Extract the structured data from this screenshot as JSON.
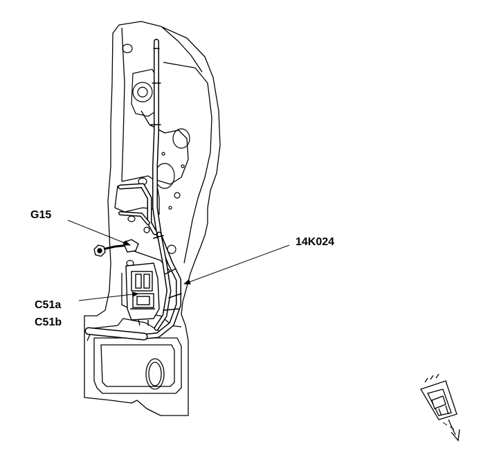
{
  "callouts": {
    "g15": "G15",
    "harness": "14K024",
    "c51a": "C51a",
    "c51b": "C51b"
  },
  "colors": {
    "line": "#000000",
    "background": "#ffffff"
  },
  "icons": {
    "main_part": "door-pillar-wiring-harness-icon",
    "bolt": "ground-bolt-icon",
    "orientation": "connector-disconnect-arrow-icon"
  }
}
